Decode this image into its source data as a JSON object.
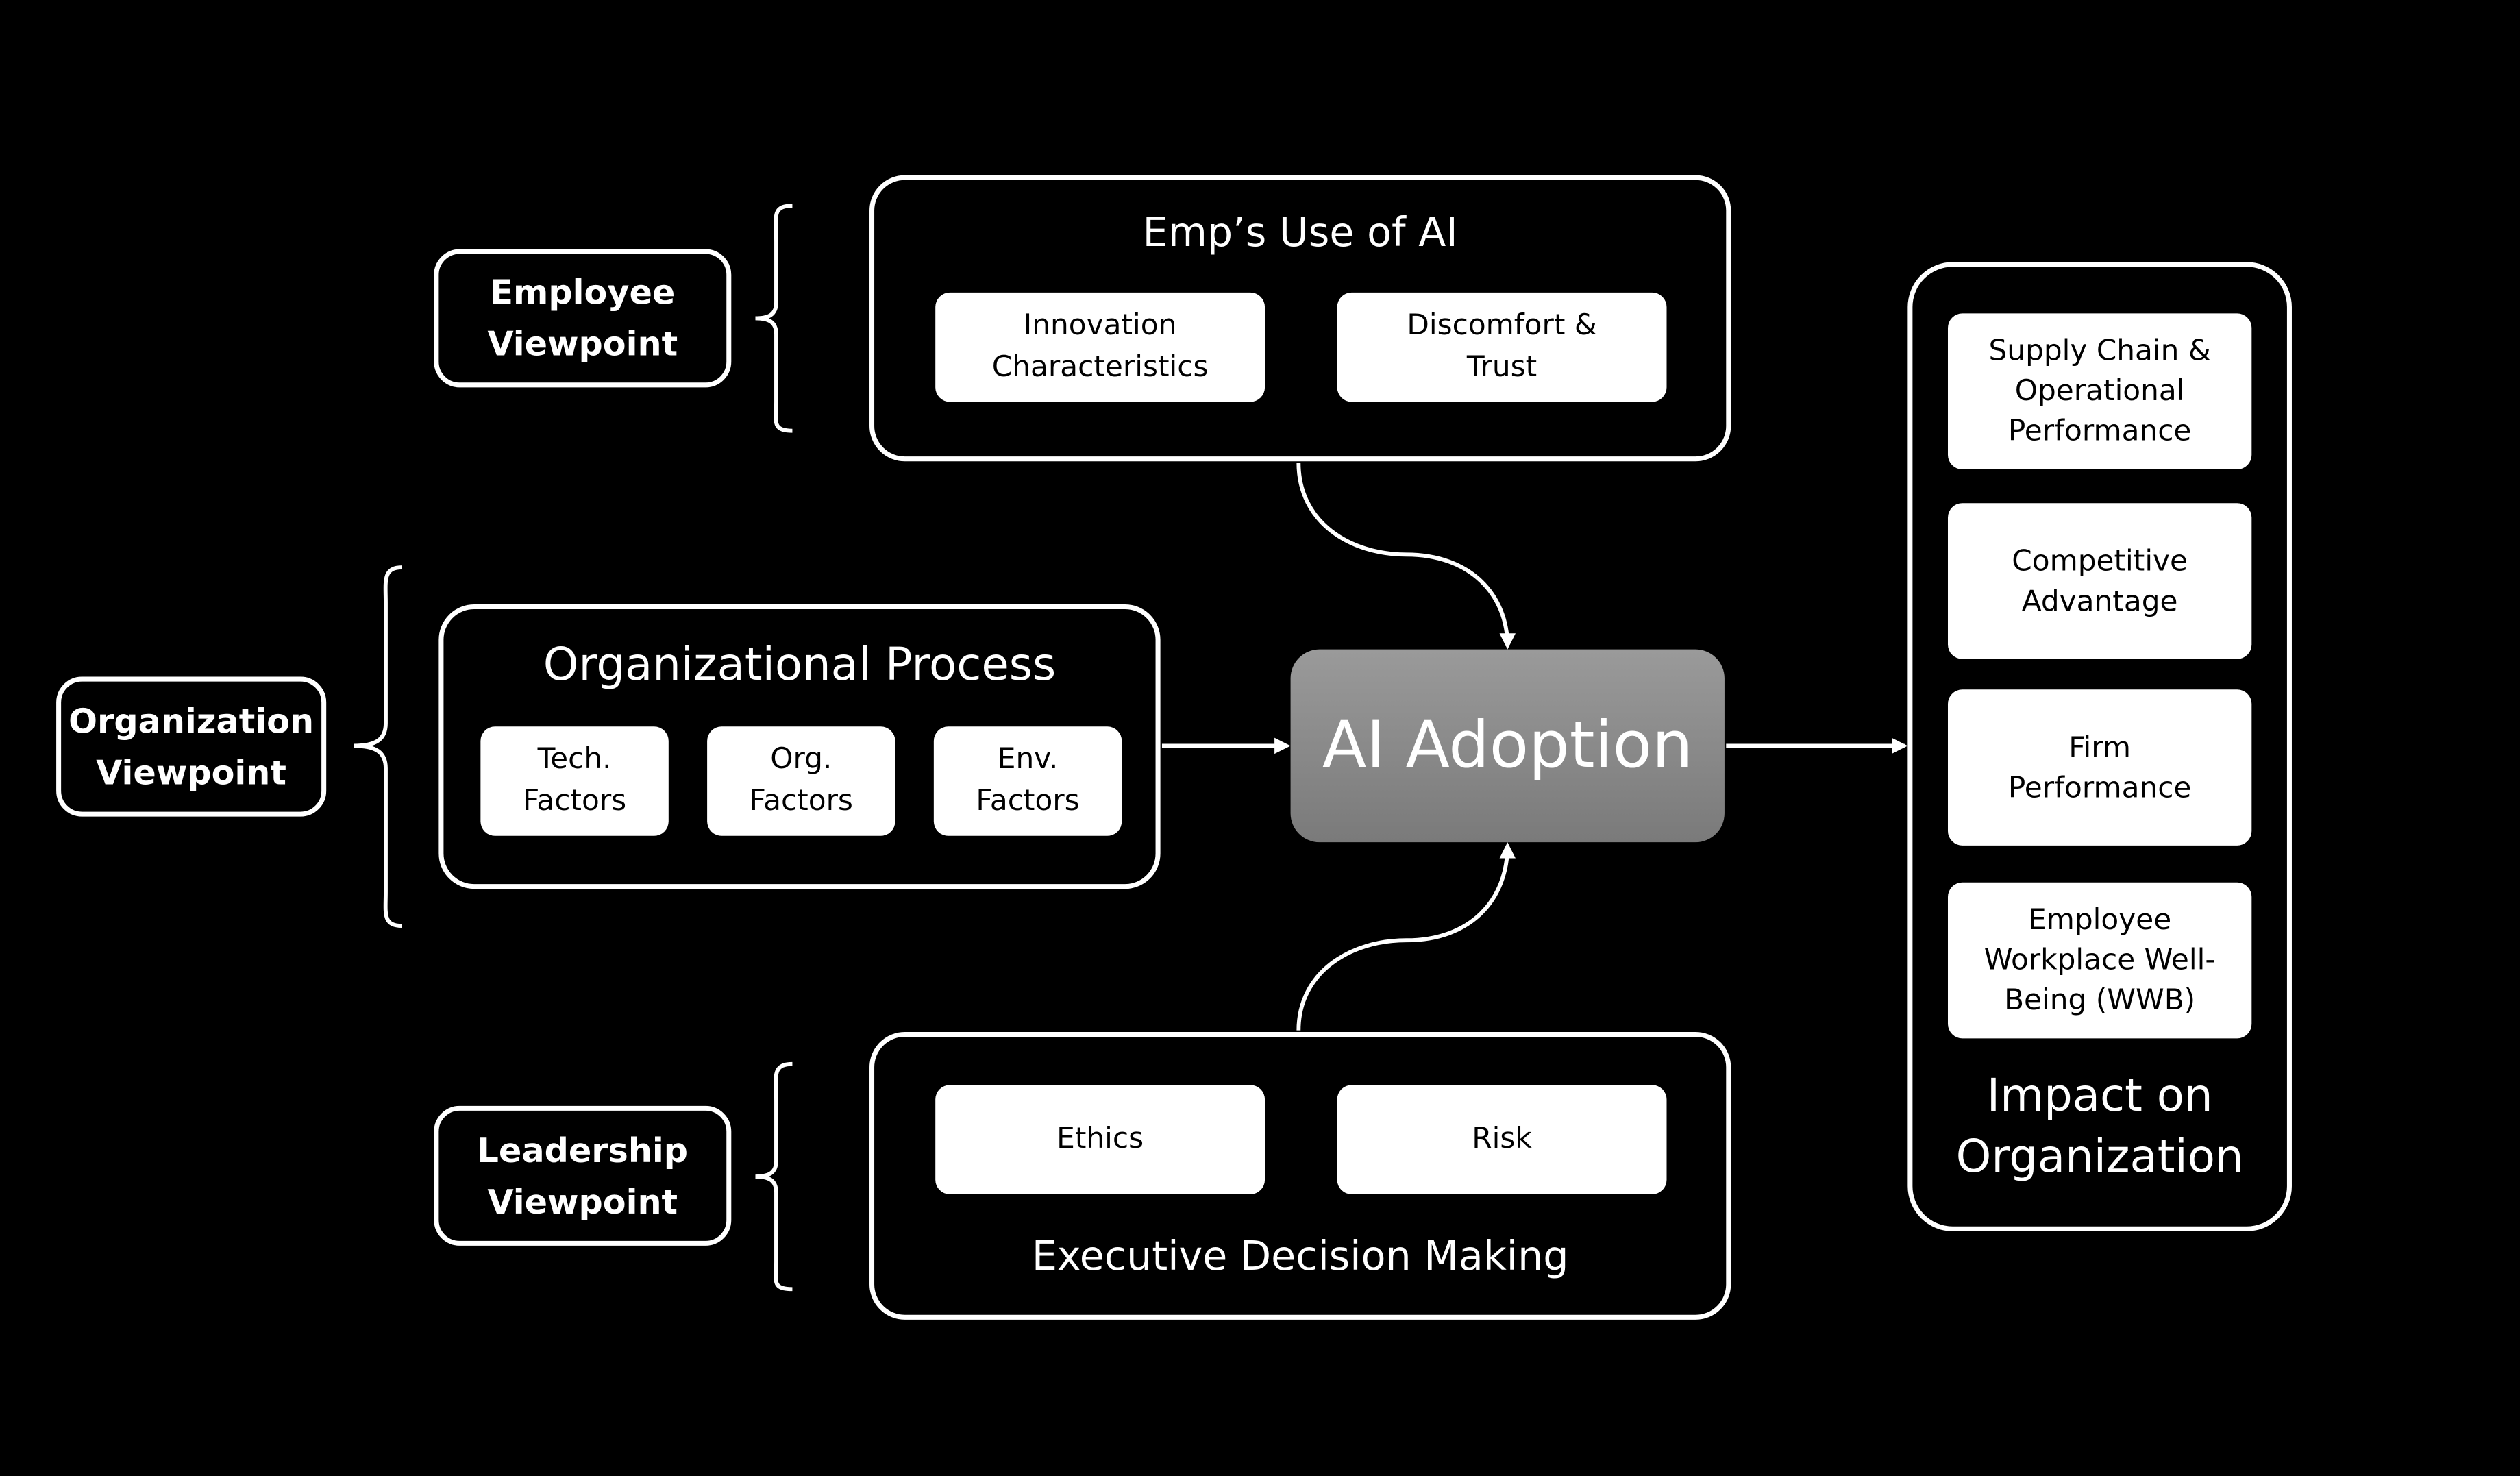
{
  "viewpoints": {
    "employee": "Employee\nViewpoint",
    "organization": "Organization\nViewpoint",
    "leadership": "Leadership\nViewpoint"
  },
  "emp_use": {
    "title": "Emp’s Use of AI",
    "items": [
      "Innovation\nCharacteristics",
      "Discomfort &\nTrust"
    ]
  },
  "org_process": {
    "title": "Organizational Process",
    "items": [
      "Tech.\nFactors",
      "Org.\nFactors",
      "Env.\nFactors"
    ]
  },
  "executive": {
    "title": "Executive Decision Making",
    "items": [
      "Ethics",
      "Risk"
    ]
  },
  "center": {
    "label": "AI Adoption",
    "gradient_top": "#9a9a9a",
    "gradient_bottom": "#7a7a7a"
  },
  "impact": {
    "title": "Impact on\nOrganization",
    "items": [
      "Supply Chain &\nOperational\nPerformance",
      "Competitive\nAdvantage",
      "Firm\nPerformance",
      "Employee\nWorkplace Well-\nBeing (WWB)"
    ]
  }
}
